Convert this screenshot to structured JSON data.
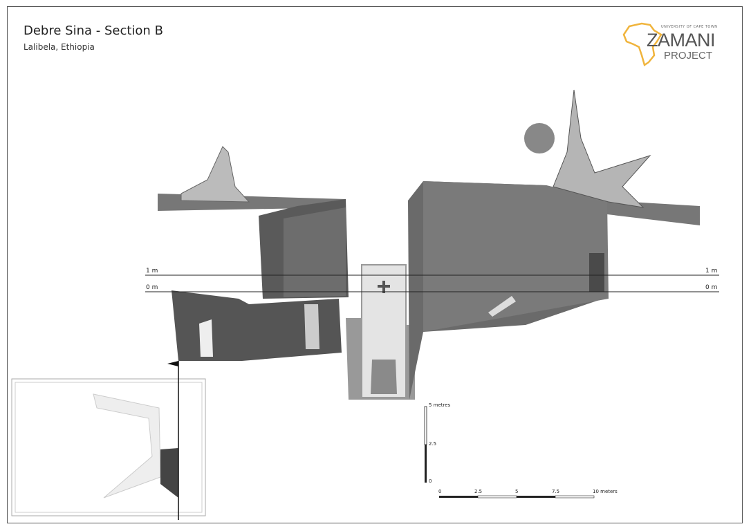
{
  "header": {
    "title": "Debre Sina - Section B",
    "subtitle": "Lalibela, Ethiopia"
  },
  "logo": {
    "university": "UNIVERSITY OF CAPE TOWN",
    "name": "ZAMANI",
    "project": "PROJECT",
    "accent_color": "#f0b43c"
  },
  "level_lines": {
    "upper_left": "1 m",
    "upper_right": "1 m",
    "lower_left": "0 m",
    "lower_right": "0 m"
  },
  "vertical_scale": {
    "top": "5 metres",
    "mid": "2.5",
    "bottom": "0"
  },
  "horizontal_scale": {
    "ticks": [
      "0",
      "2.5",
      "5",
      "7.5",
      "10 meters"
    ]
  }
}
